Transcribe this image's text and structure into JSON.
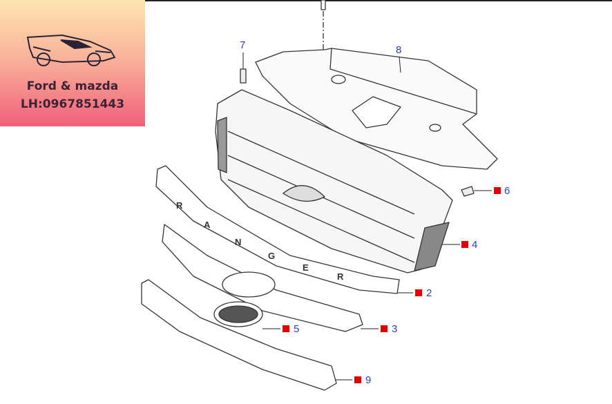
{
  "branding": {
    "title": "Ford & mazda",
    "contact": "LH:0967851443"
  },
  "trim_lettering": [
    "R",
    "A",
    "N",
    "G",
    "E",
    "R"
  ],
  "callouts": [
    {
      "number": "7",
      "marked": false
    },
    {
      "number": "8",
      "marked": false
    },
    {
      "number": "6",
      "marked": true
    },
    {
      "number": "4",
      "marked": true
    },
    {
      "number": "2",
      "marked": true
    },
    {
      "number": "3",
      "marked": true
    },
    {
      "number": "5",
      "marked": true
    },
    {
      "number": "9",
      "marked": true
    }
  ],
  "colors": {
    "callout_text": "#2a3fbf",
    "marker": "#e00000"
  }
}
